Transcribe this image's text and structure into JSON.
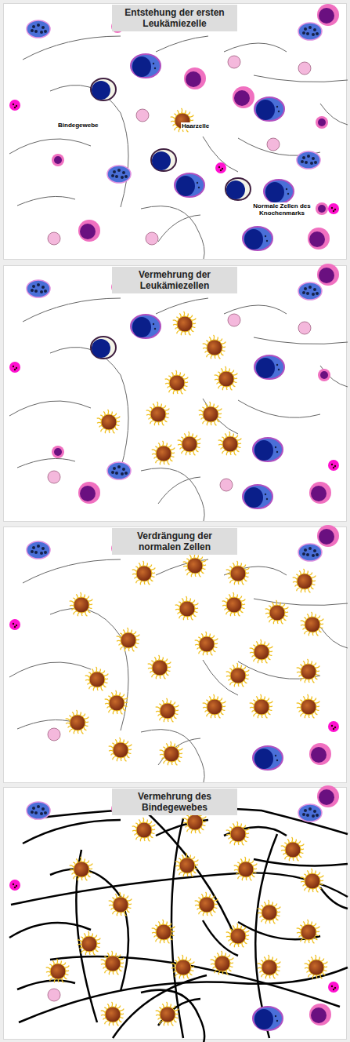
{
  "diagram": {
    "nodes": [
      {
        "text": [
          "Entstehung der ersten Leukämiezelle"
        ]
      },
      {
        "text": [
          "Vermehrung der Leukämiezellen"
        ]
      },
      {
        "text": [
          "Verdrängung der normalen Zellen"
        ]
      },
      {
        "text": [
          "Vermehrung des Bindegewebes"
        ]
      }
    ],
    "labels": [
      "Bindegewebe",
      "Haarzelle",
      "Normale Zellen des Knochenmarks"
    ]
  }
}
